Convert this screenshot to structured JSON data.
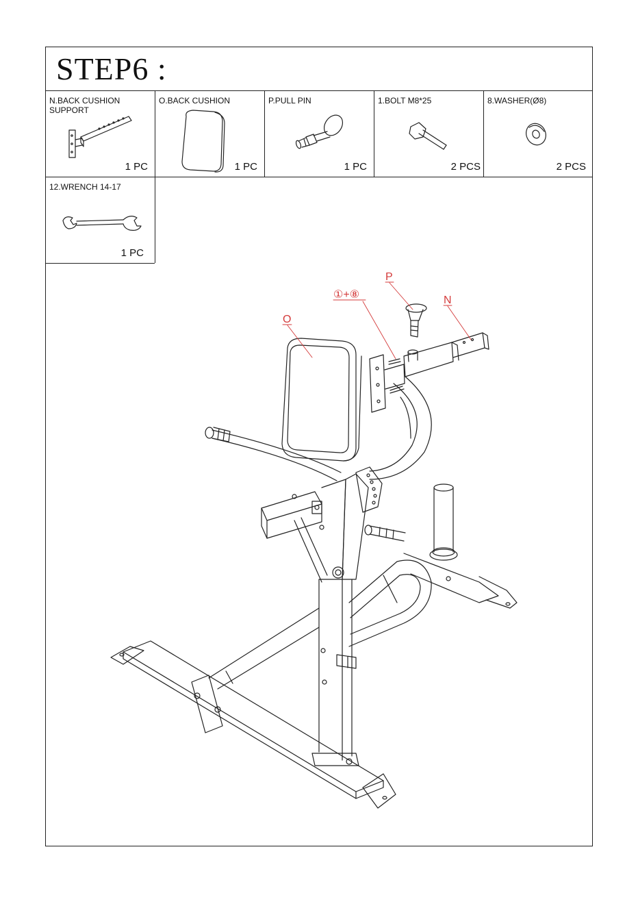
{
  "step_title": "STEP6 :",
  "parts": [
    {
      "label": "N.BACK CUSHION\n   SUPPORT",
      "qty": "1 PC",
      "icon": "back-cushion-support-icon"
    },
    {
      "label": "O.BACK CUSHION",
      "qty": "1 PC",
      "icon": "back-cushion-icon"
    },
    {
      "label": "P.PULL PIN",
      "qty": "1 PC",
      "icon": "pull-pin-icon"
    },
    {
      "label": "1.BOLT M8*25",
      "qty": "2 PCS",
      "icon": "bolt-icon"
    },
    {
      "label": "8.WASHER(Ø8)",
      "qty": "2 PCS",
      "icon": "washer-icon"
    },
    {
      "label": "12.WRENCH 14-17",
      "qty": "1 PC",
      "icon": "wrench-icon"
    }
  ],
  "callouts": {
    "P": "P",
    "N": "N",
    "O": "O",
    "bolt_washer": "①+⑧"
  },
  "colors": {
    "callout": "#d43a3a",
    "line": "#222222"
  }
}
